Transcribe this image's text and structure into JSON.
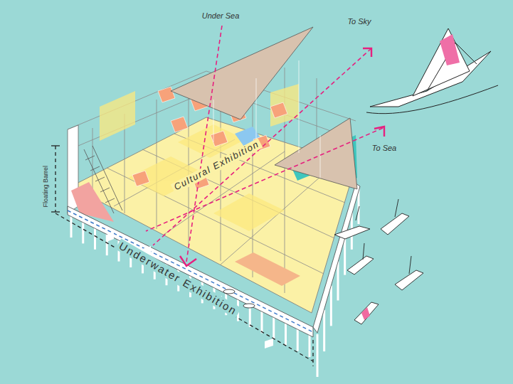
{
  "diagram": {
    "labels": [
      "Under Sea",
      "To Sky",
      "To Sea",
      "Cultural Exhibition",
      "Floating Barrel",
      "Underwater Exhibition"
    ]
  }
}
